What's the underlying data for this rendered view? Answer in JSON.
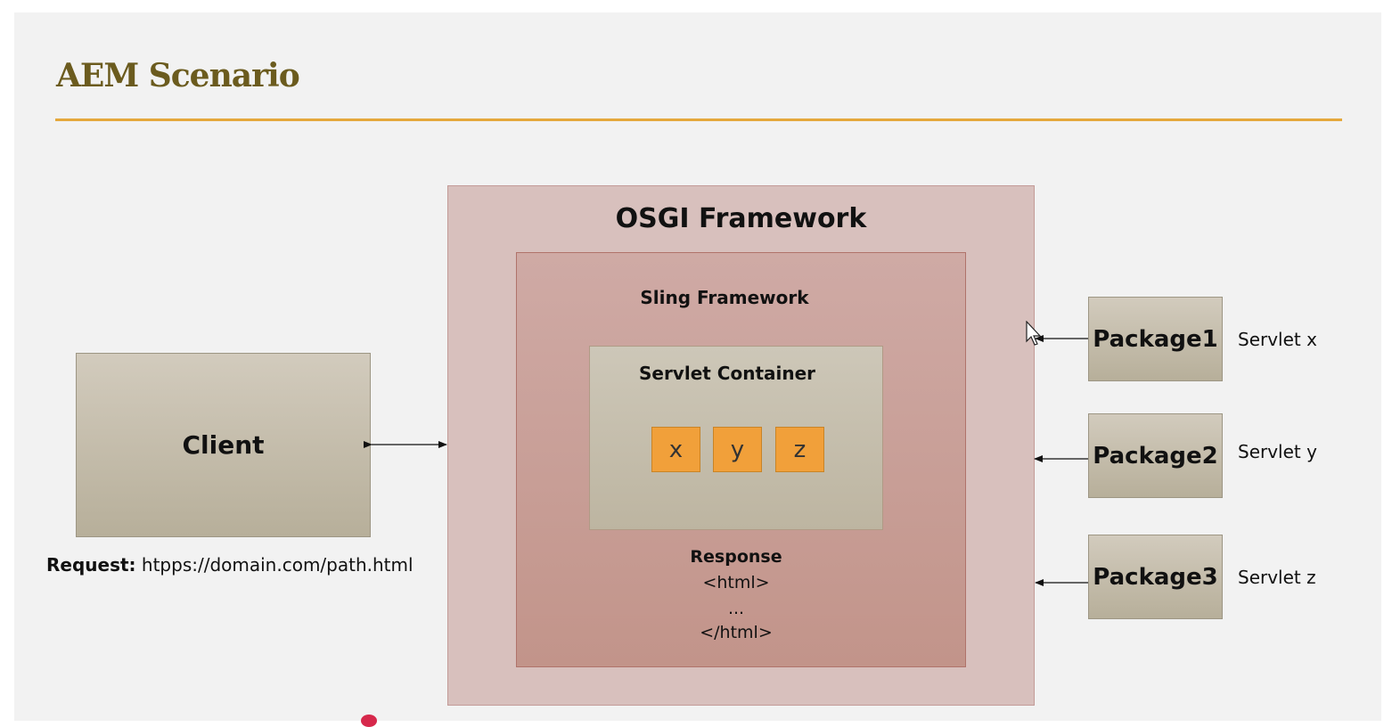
{
  "title": "AEM Scenario",
  "osgi": {
    "title": "OSGI Framework"
  },
  "sling": {
    "title": "Sling Framework"
  },
  "servlet_container": {
    "title": "Servlet Container",
    "servlets": [
      "x",
      "y",
      "z"
    ]
  },
  "response": {
    "title": "Response",
    "lines": [
      "<html>",
      "...",
      "</html>"
    ]
  },
  "client": {
    "label": "Client"
  },
  "request": {
    "label": "Request:",
    "url": "htpps://domain.com/path.html"
  },
  "packages": [
    {
      "label": "Package1",
      "servlet": "Servlet x"
    },
    {
      "label": "Package2",
      "servlet": "Servlet y"
    },
    {
      "label": "Package3",
      "servlet": "Servlet z"
    }
  ],
  "colors": {
    "title": "#6b5b1e",
    "rule": "#e5a83c",
    "osgi_fill": "#d8c0bd",
    "sling_fill": "#c79e97",
    "container_fill": "#c6bfae",
    "servlet_fill": "#f1a03a"
  }
}
